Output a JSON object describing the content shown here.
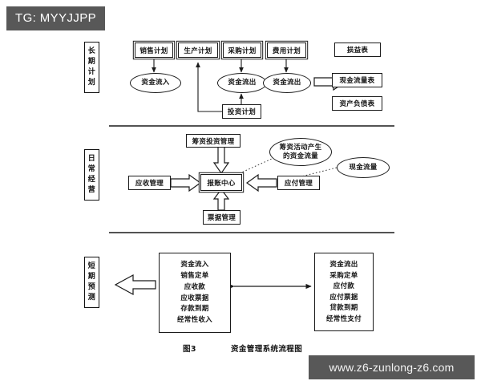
{
  "overlay": {
    "tag_badge": "TG: MYYJJPP",
    "watermark": "www.z6-zunlong-z6.com"
  },
  "caption": {
    "figure_number": "图3",
    "figure_title": "资金管理系统流程图"
  },
  "sections": {
    "long_term": {
      "label_chars": [
        "长",
        "期",
        "计",
        "划"
      ]
    },
    "daily_ops": {
      "label_chars": [
        "日",
        "常",
        "经",
        "营"
      ]
    },
    "short_term": {
      "label_chars": [
        "短",
        "期",
        "预",
        "测"
      ]
    }
  },
  "long_term_plan": {
    "plans": [
      {
        "label": "销售计划"
      },
      {
        "label": "生产计划"
      },
      {
        "label": "采购计划"
      },
      {
        "label": "费用计划"
      }
    ],
    "flows": [
      {
        "label": "资金流入"
      },
      {
        "label": "资金流出"
      },
      {
        "label": "资金流出"
      }
    ],
    "investment_plan": "投资计划",
    "reports": [
      {
        "label": "损益表"
      },
      {
        "label": "现金流量表"
      },
      {
        "label": "资产负债表"
      }
    ]
  },
  "daily_operation": {
    "top_node": "筹资投资管理",
    "left_node": "应收管理",
    "center_node": "报账中心",
    "right_node": "应付管理",
    "bottom_node": "票据管理",
    "annotation_ellipse": {
      "line1": "筹资活动产生",
      "line2": "的资金流量"
    },
    "cash_flow_ellipse": "现金流量"
  },
  "short_term_forecast": {
    "inflow_items": [
      "资金流入",
      "销售定单",
      "应收款",
      "应收票据",
      "存款到期",
      "经常性收入"
    ],
    "outflow_items": [
      "资金流出",
      "采购定单",
      "应付款",
      "应付票据",
      "贷款到期",
      "经常性支付"
    ]
  },
  "colors": {
    "stroke": "#1a1a1a",
    "badge_bg": "#585858",
    "paper": "#ffffff"
  }
}
